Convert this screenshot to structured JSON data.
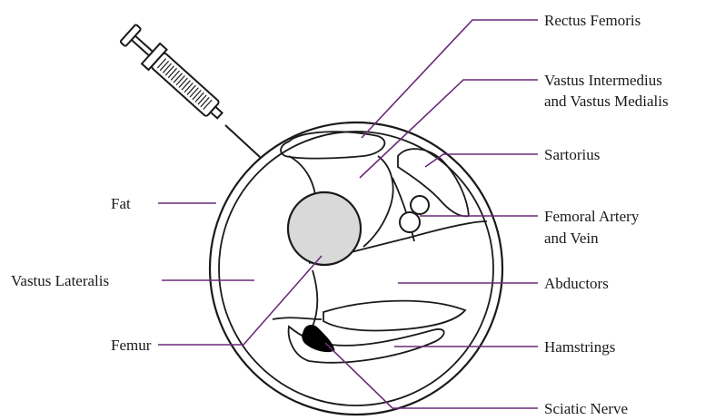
{
  "labels": {
    "rectus_femoris": "Rectus Femoris",
    "vastus_intermedius_line1": "Vastus Intermedius",
    "vastus_intermedius_line2": "and Vastus Medialis",
    "sartorius": "Sartorius",
    "femoral_line1": "Femoral Artery",
    "femoral_line2": "and Vein",
    "abductors": "Abductors",
    "hamstrings": "Hamstrings",
    "sciatic_nerve": "Sciatic Nerve",
    "fat": "Fat",
    "vastus_lateralis": "Vastus Lateralis",
    "femur": "Femur"
  },
  "colors": {
    "leader_line": "#6a2a78",
    "outline": "#1a1a1a",
    "femur_fill": "#d9d9d9",
    "nerve_fill": "#000000"
  },
  "icons": {
    "syringe": "syringe-icon"
  }
}
